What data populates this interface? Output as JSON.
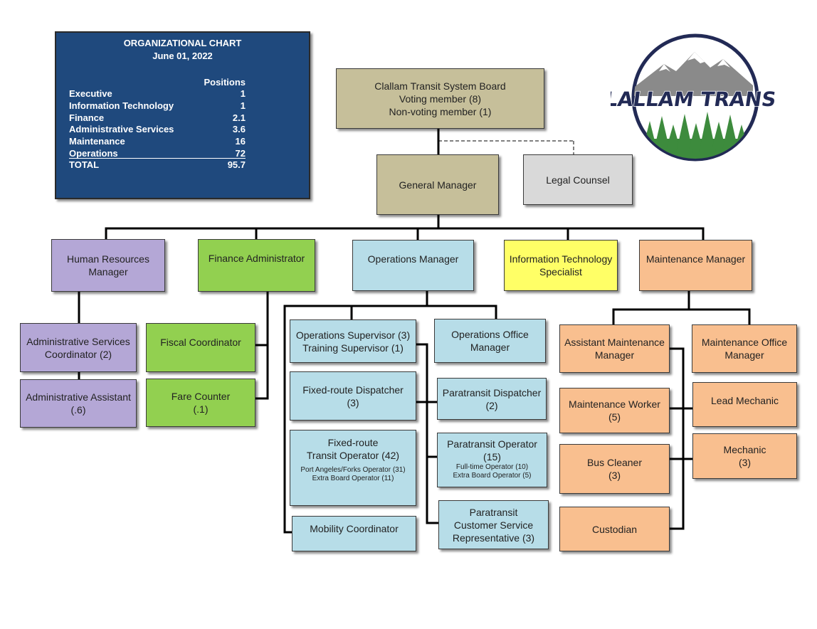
{
  "summary": {
    "title": "ORGANIZATIONAL CHART",
    "date": "June 01, 2022",
    "positions_header": "Positions",
    "rows": [
      {
        "label": "Executive",
        "value": "1"
      },
      {
        "label": "Information Technology",
        "value": "1"
      },
      {
        "label": "Finance",
        "value": "2.1"
      },
      {
        "label": "Administrative Services",
        "value": "3.6"
      },
      {
        "label": "Maintenance",
        "value": "16"
      },
      {
        "label": "Operations",
        "value": "72"
      }
    ],
    "total": {
      "label": "TOTAL",
      "value": "95.7"
    }
  },
  "logo": {
    "text": "CLALLAM TRANSIT",
    "colors": {
      "navy": "#222a55",
      "green": "#3d8b3d",
      "grey": "#8a8a8a"
    }
  },
  "board": {
    "line1": "Clallam Transit System Board",
    "line2": "Voting member (8)",
    "line3": "Non-voting member (1)"
  },
  "general_manager": "General Manager",
  "legal_counsel": "Legal Counsel",
  "managers": {
    "hr": {
      "line1": "Human Resources",
      "line2": "Manager"
    },
    "finance": "Finance Administrator",
    "operations": "Operations Manager",
    "it": {
      "line1": "Information Technology",
      "line2": "Specialist"
    },
    "maintenance": "Maintenance Manager"
  },
  "hr_staff": {
    "admin_coord": {
      "line1": "Administrative Services",
      "line2": "Coordinator (2)"
    },
    "admin_assistant": {
      "line1": "Administrative Assistant",
      "line2": "(.6)"
    }
  },
  "finance_staff": {
    "fiscal": "Fiscal Coordinator",
    "fare": {
      "line1": "Fare Counter",
      "line2": "(.1)"
    }
  },
  "ops_staff": {
    "supervisor": {
      "line1": "Operations Supervisor (3)",
      "line2": "Training Supervisor (1)"
    },
    "office_manager": {
      "line1": "Operations Office",
      "line2": "Manager"
    },
    "fixed_dispatcher": {
      "line1": "Fixed-route Dispatcher",
      "line2": "(3)"
    },
    "para_dispatcher": {
      "line1": "Paratransit Dispatcher",
      "line2": "(2)"
    },
    "fixed_operator": {
      "line1": "Fixed-route",
      "line2": "Transit Operator (42)",
      "sub1": "Port Angeles/Forks Operator (31)",
      "sub2": "Extra Board Operator (11)"
    },
    "para_operator": {
      "line1": "Paratransit Operator",
      "line2": "(15)",
      "sub1": "Full-time Operator (10)",
      "sub2": "Extra Board Operator (5)"
    },
    "para_csr": {
      "line1": "Paratransit",
      "line2": "Customer Service",
      "line3": "Representative (3)"
    },
    "mobility": "Mobility Coordinator"
  },
  "maint_staff": {
    "assistant": {
      "line1": "Assistant Maintenance",
      "line2": "Manager"
    },
    "office_manager": {
      "line1": "Maintenance Office",
      "line2": "Manager"
    },
    "worker": {
      "line1": "Maintenance Worker",
      "line2": "(5)"
    },
    "lead_mechanic": "Lead Mechanic",
    "bus_cleaner": {
      "line1": "Bus Cleaner",
      "line2": "(3)"
    },
    "mechanic": {
      "line1": "Mechanic",
      "line2": "(3)"
    },
    "custodian": "Custodian"
  }
}
